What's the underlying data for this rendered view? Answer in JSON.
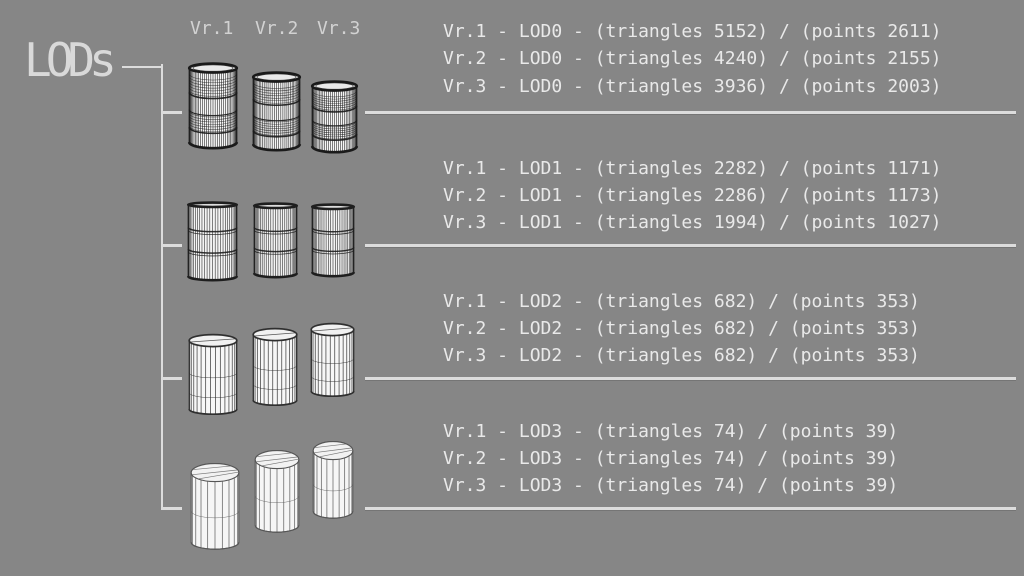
{
  "title": "LODs",
  "columns": [
    {
      "label": "Vr.1"
    },
    {
      "label": "Vr.2"
    },
    {
      "label": "Vr.3"
    }
  ],
  "lods": [
    {
      "name": "LOD0",
      "rows": [
        {
          "label": "Vr.1 - LOD0 - (triangles 5152) / (points 2611)",
          "variant": "Vr.1",
          "triangles": 5152,
          "points": 2611
        },
        {
          "label": "Vr.2 - LOD0 - (triangles 4240) / (points 2155)",
          "variant": "Vr.2",
          "triangles": 4240,
          "points": 2155
        },
        {
          "label": "Vr.3 - LOD0 - (triangles 3936) / (points 2003)",
          "variant": "Vr.3",
          "triangles": 3936,
          "points": 2003
        }
      ]
    },
    {
      "name": "LOD1",
      "rows": [
        {
          "label": "Vr.1 - LOD1 - (triangles 2282) / (points 1171)",
          "variant": "Vr.1",
          "triangles": 2282,
          "points": 1171
        },
        {
          "label": "Vr.2 - LOD1 - (triangles 2286) / (points 1173)",
          "variant": "Vr.2",
          "triangles": 2286,
          "points": 1173
        },
        {
          "label": "Vr.3 - LOD1 - (triangles 1994) / (points 1027)",
          "variant": "Vr.3",
          "triangles": 1994,
          "points": 1027
        }
      ]
    },
    {
      "name": "LOD2",
      "rows": [
        {
          "label": "Vr.1 - LOD2 - (triangles 682) / (points 353)",
          "variant": "Vr.1",
          "triangles": 682,
          "points": 353
        },
        {
          "label": "Vr.2 - LOD2 - (triangles 682) / (points 353)",
          "variant": "Vr.2",
          "triangles": 682,
          "points": 353
        },
        {
          "label": "Vr.3 - LOD2 - (triangles 682) / (points 353)",
          "variant": "Vr.3",
          "triangles": 682,
          "points": 353
        }
      ]
    },
    {
      "name": "LOD3",
      "rows": [
        {
          "label": "Vr.1 - LOD3 - (triangles 74) / (points 39)",
          "variant": "Vr.1",
          "triangles": 74,
          "points": 39
        },
        {
          "label": "Vr.2 - LOD3 - (triangles 74) / (points 39)",
          "variant": "Vr.2",
          "triangles": 74,
          "points": 39
        },
        {
          "label": "Vr.3 - LOD3 - (triangles 74) / (points 39)",
          "variant": "Vr.3",
          "triangles": 74,
          "points": 39
        }
      ]
    }
  ],
  "colors": {
    "background": "#868686",
    "text": "#e9e9e9",
    "line": "#dcdcdc",
    "model_fill": "#f6f6f6"
  }
}
